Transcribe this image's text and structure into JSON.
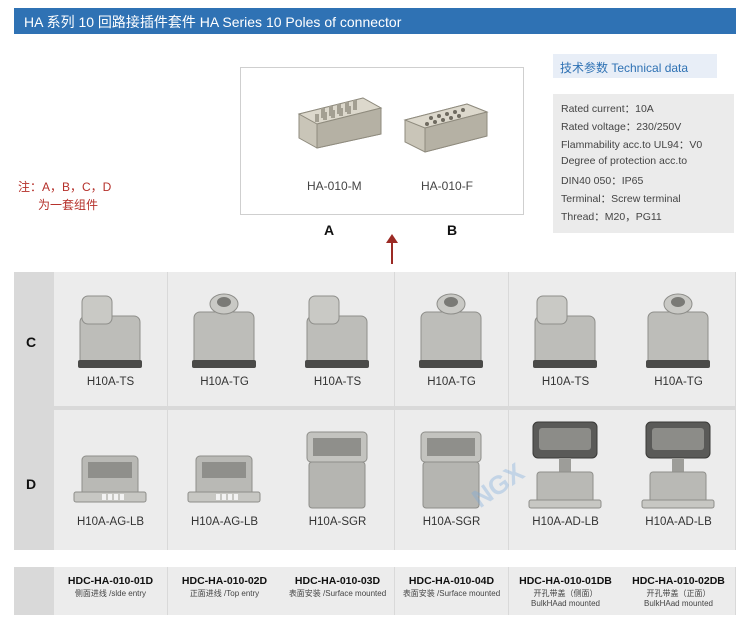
{
  "header": {
    "title": "HA 系列 10 回路接插件套件 HA Series 10 Poles of connector"
  },
  "products": {
    "a": {
      "label": "HA-010-M",
      "letter": "A"
    },
    "b": {
      "label": "HA-010-F",
      "letter": "B"
    }
  },
  "note": {
    "line1": "注：A，B，C，D",
    "line2": "为一套组件"
  },
  "technical": {
    "title": "技术参数 Technical data",
    "lines": [
      "Rated current：10A",
      "Rated voltage：230/250V",
      "Flammability acc.to UL94：V0",
      "Degree of protection acc.to",
      "DIN40 050：IP65",
      "Terminal：Screw terminal",
      "Thread：M20，PG11"
    ]
  },
  "rows": {
    "c": "C",
    "d": "D"
  },
  "row_c": [
    "H10A-TS",
    "H10A-TG",
    "H10A-TS",
    "H10A-TG",
    "H10A-TS",
    "H10A-TG"
  ],
  "row_d": [
    "H10A-AG-LB",
    "H10A-AG-LB",
    "H10A-SGR",
    "H10A-SGR",
    "H10A-AD-LB",
    "H10A-AD-LB"
  ],
  "codes": [
    {
      "id": "HDC-HA-010-01D",
      "desc": "侧面进线 /slde entry"
    },
    {
      "id": "HDC-HA-010-02D",
      "desc": "正面进线 /Top entry"
    },
    {
      "id": "HDC-HA-010-03D",
      "desc": "表面安装 /Surface mounted"
    },
    {
      "id": "HDC-HA-010-04D",
      "desc": "表面安装 /Surface mounted"
    },
    {
      "id": "HDC-HA-010-01DB",
      "desc": "开孔带盖（侧面）",
      "desc2": "BulkHAad mounted"
    },
    {
      "id": "HDC-HA-010-02DB",
      "desc": "开孔带盖（正面）",
      "desc2": "BulkHAad mounted"
    }
  ],
  "watermark": "NGX"
}
